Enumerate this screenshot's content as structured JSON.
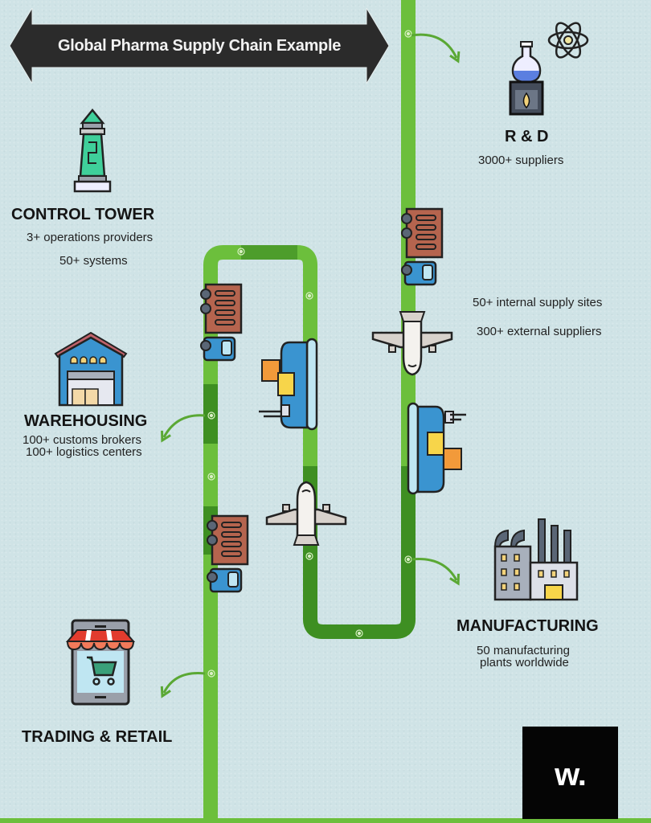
{
  "banner": {
    "title": "Global Pharma Supply Chain Example"
  },
  "colors": {
    "background": "#cfe3e6",
    "route_light": "#6cbf3c",
    "route_dark": "#3e8f22",
    "banner": "#2b2b2b",
    "logo_bg": "#050505"
  },
  "stages": {
    "rnd": {
      "title": "R & D",
      "lines": [
        "3000+ suppliers"
      ],
      "icon": "flask-burner-icon"
    },
    "control_tower": {
      "title": "CONTROL TOWER",
      "lines": [
        "3+ operations providers",
        "50+ systems"
      ],
      "icon": "lighthouse-icon"
    },
    "supply": {
      "lines": [
        "50+ internal supply sites",
        "300+ external suppliers"
      ]
    },
    "warehousing": {
      "title": "WAREHOUSING",
      "lines": [
        "100+ customs brokers",
        "100+ logistics centers"
      ],
      "icon": "warehouse-icon"
    },
    "manufacturing": {
      "title": "MANUFACTURING",
      "lines": [
        "50 manufacturing",
        "plants worldwide"
      ],
      "icon": "factory-icon"
    },
    "trading": {
      "title": "TRADING & RETAIL",
      "icon": "shop-cart-icon"
    }
  },
  "logo": {
    "text": "w."
  }
}
